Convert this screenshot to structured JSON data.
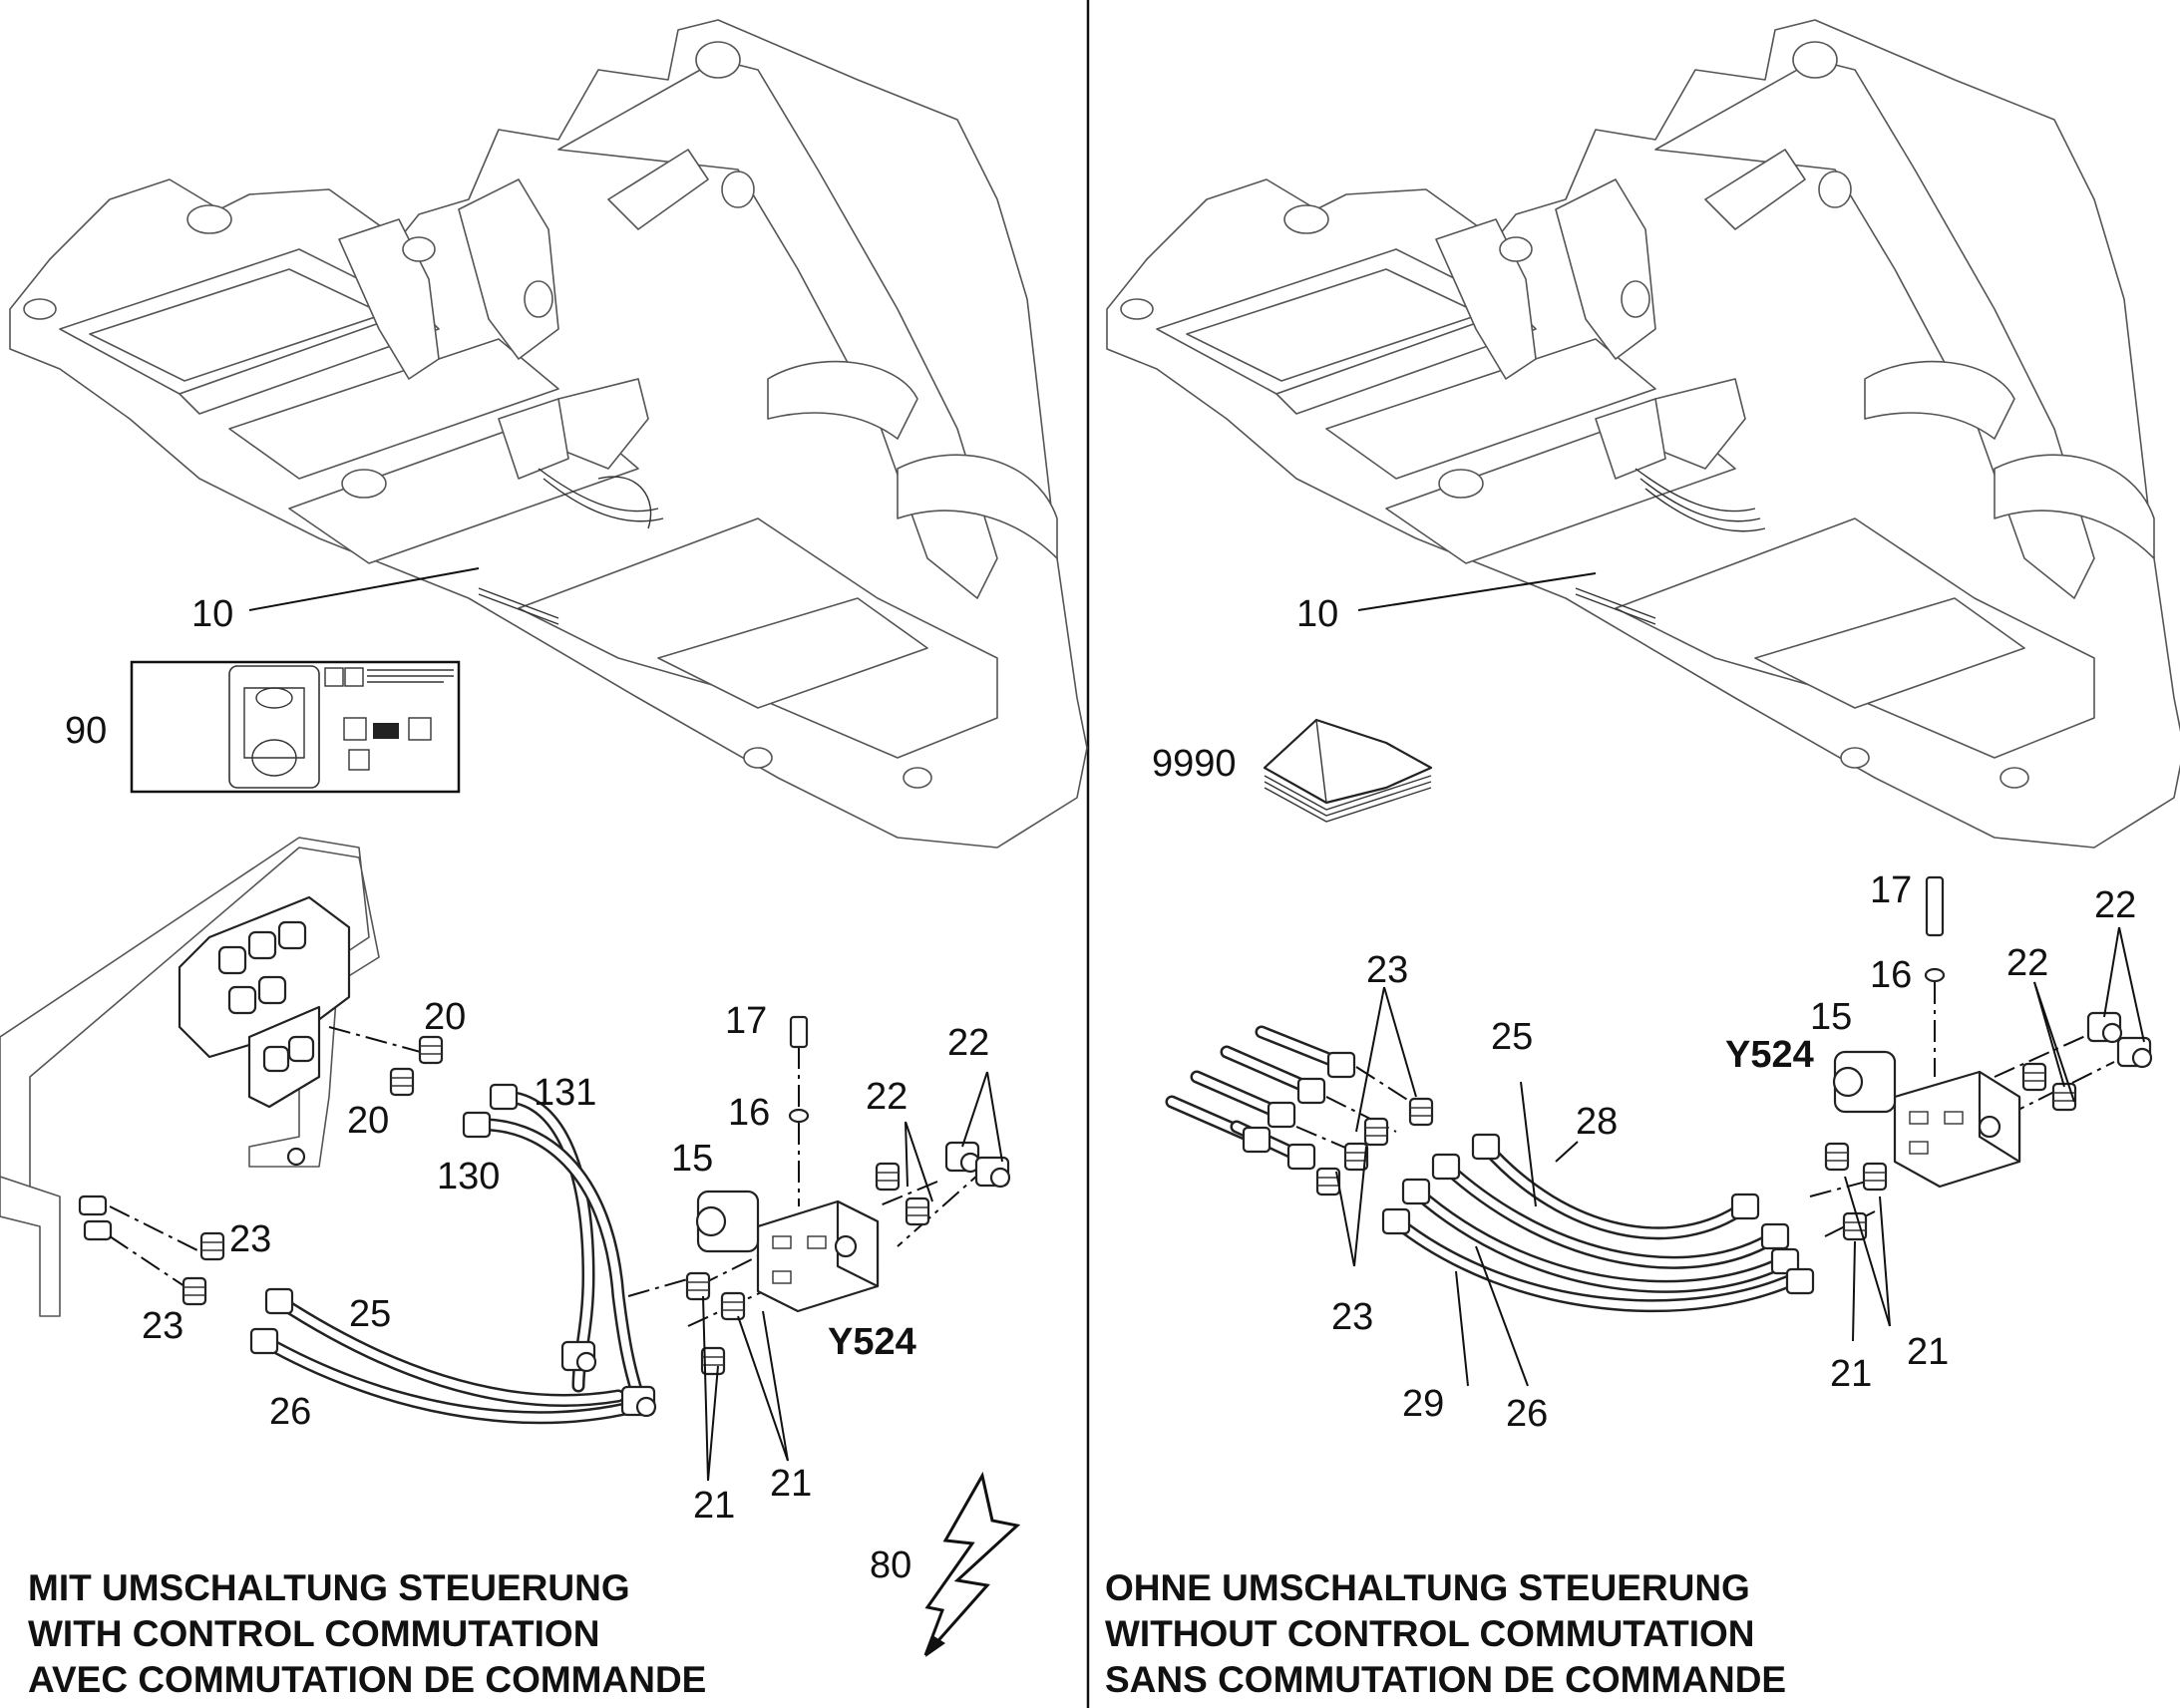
{
  "left_panel": {
    "callouts": {
      "frame": "10",
      "decal": "90",
      "electrical": "80",
      "valve": "15",
      "washer": "16",
      "screw": "17",
      "fitting_20a": "20",
      "fitting_20b": "20",
      "fitting_21a": "21",
      "fitting_21b": "21",
      "fitting_22a": "22",
      "fitting_22b": "22",
      "fitting_23a": "23",
      "fitting_23b": "23",
      "hose_25": "25",
      "hose_26": "26",
      "hose_130": "130",
      "hose_131": "131",
      "solenoid": "Y524"
    },
    "caption": [
      "MIT UMSCHALTUNG STEUERUNG",
      "WITH CONTROL COMMUTATION",
      "AVEC COMMUTATION DE COMMANDE"
    ]
  },
  "right_panel": {
    "callouts": {
      "frame": "10",
      "manual": "9990",
      "valve": "15",
      "washer": "16",
      "screw": "17",
      "fitting_21a": "21",
      "fitting_21b": "21",
      "fitting_22a": "22",
      "fitting_22b": "22",
      "fitting_23a": "23",
      "fitting_23b": "23",
      "hose_25": "25",
      "hose_26": "26",
      "hose_28": "28",
      "hose_29": "29",
      "solenoid": "Y524"
    },
    "caption": [
      "OHNE UMSCHALTUNG STEUERUNG",
      "WITHOUT CONTROL COMMUTATION",
      "SANS COMMUTATION DE COMMANDE"
    ]
  }
}
